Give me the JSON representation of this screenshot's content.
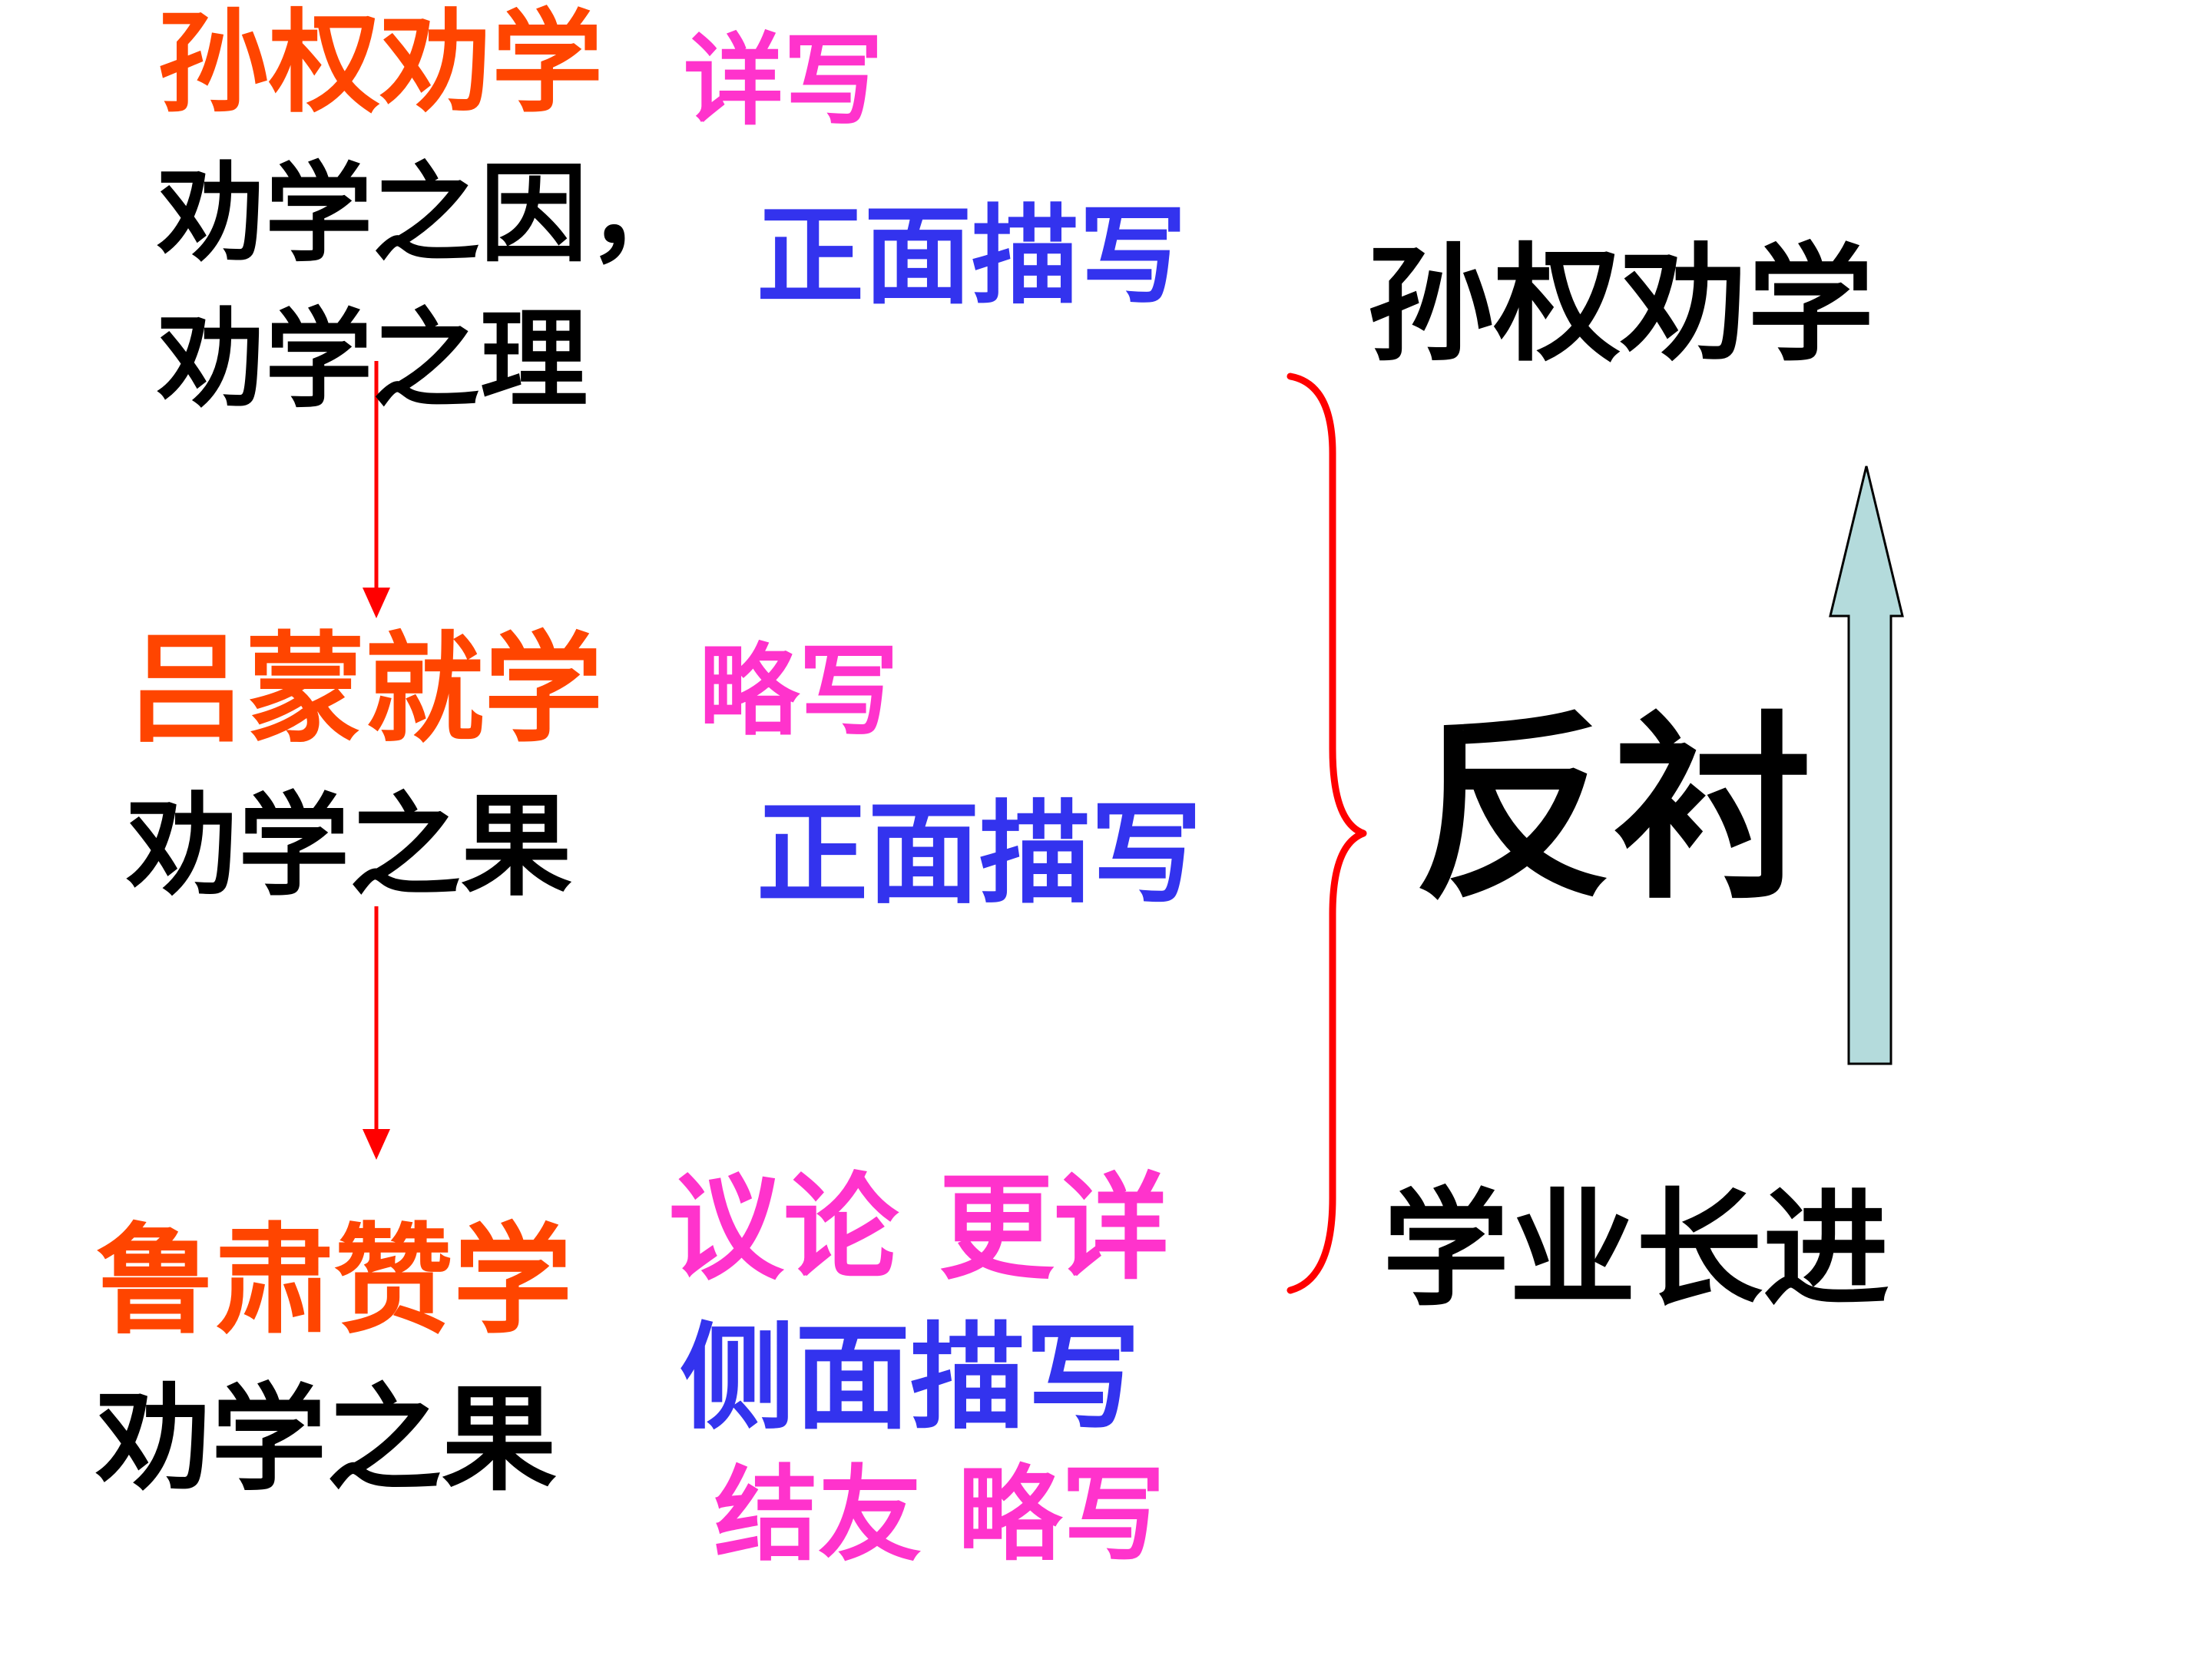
{
  "section1": {
    "title": "孙权劝学",
    "note": "详写",
    "line1": "劝学之因，",
    "line2": "劝学之理",
    "method": "正面描写"
  },
  "section2": {
    "title": "吕蒙就学",
    "note": "略写",
    "line1": "劝学之果",
    "method": "正面描写"
  },
  "section3": {
    "title": "鲁肃赞学",
    "note": "议论  更详",
    "line1": "劝学之果",
    "method": "侧面描写",
    "note2": "结友  略写"
  },
  "right": {
    "top_label": "孙权劝学",
    "center_label": "反衬",
    "bottom_label": "学业长进"
  },
  "colors": {
    "title_red": "#ff4500",
    "note_pink": "#ff33cc",
    "method_blue": "#3333ee",
    "connector_red": "#ff0000",
    "arrow_fill": "#b4dbdc"
  }
}
